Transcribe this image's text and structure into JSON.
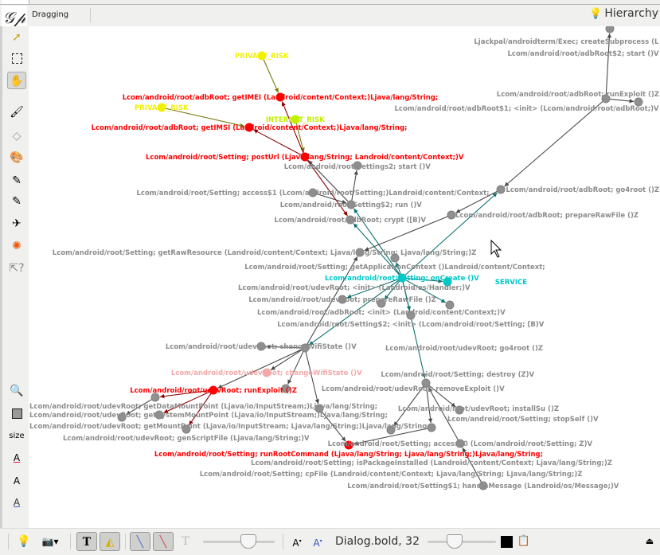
{
  "topbar": {
    "mode": "Dragging",
    "layout_label": "Hierarchy"
  },
  "left_toolbar": {
    "size_label": "size"
  },
  "bottom_toolbar": {
    "font": "Dialog.bold, 32",
    "text_color": "#000000"
  },
  "colors": {
    "red": "#ff0000",
    "gray": "#8c8c8c",
    "cyan": "#00c8c8",
    "yellow": "#f0f000",
    "lime": "#c0f000",
    "pink": "#f4a8a8",
    "edge_gray": "#4a4a4a",
    "edge_teal": "#107070",
    "edge_red": "#8b0000",
    "edge_olive": "#7a7a10"
  },
  "graph": {
    "nodes": [
      {
        "label": "PRIVACY_RISK",
        "color": "yellow"
      },
      {
        "label": "PRIVACY_RISK",
        "color": "yellow"
      },
      {
        "label": "INTERNET_RISK",
        "color": "lime"
      },
      {
        "label": "Lcom/android/root/adbRoot; getIMEI (Landroid/content/Context;)Ljava/lang/String;",
        "color": "red"
      },
      {
        "label": "Lcom/android/root/adbRoot; getIMSI (Landroid/content/Context;)Ljava/lang/String;",
        "color": "red"
      },
      {
        "label": "Lcom/android/root/Setting; postUrl (Ljava/lang/String; Landroid/content/Context;)V",
        "color": "red"
      },
      {
        "label": "Lcom/android/root/Settings2; start ()V",
        "color": "gray"
      },
      {
        "label": "Lcom/android/root/Setting; access$1 (Lcom/android/root/Setting;)Landroid/content/Context;",
        "color": "gray"
      },
      {
        "label": "Lcom/android/root/Setting$2; run ()V",
        "color": "gray"
      },
      {
        "label": "Lcom/android/root/adbRoot; crypt ([B)V",
        "color": "gray"
      },
      {
        "label": "Lcom/android/root/adbRoot; go4root ()Z",
        "color": "gray"
      },
      {
        "label": "Lcom/android/root/adbRoot; prepareRawFile ()Z",
        "color": "gray"
      },
      {
        "label": "Lcom/android/root/Setting; getRawResource (Landroid/content/Context; Ljava/lang/String; Ljava/lang/String;)Z",
        "color": "gray"
      },
      {
        "label": "Lcom/android/root/Setting; getApplicationContext ()Landroid/content/Context;",
        "color": "gray"
      },
      {
        "label": "Lcom/android/root/Setting; onCreate ()V",
        "color": "cyan"
      },
      {
        "label": "SERVICE",
        "color": "cyan"
      },
      {
        "label": "Lcom/android/root/udevRoot; prepareRawFile ()Z",
        "color": "gray"
      },
      {
        "label": "Lcom/android/root/adbRoot; <init> (Landroid/content/Context;)V",
        "color": "gray"
      },
      {
        "label": "Lcom/android/root/udevRoot; <init> (Landroid/os/Handler;)V",
        "color": "gray"
      },
      {
        "label": "Lcom/android/root/Setting$2; <init> (Lcom/android/root/Setting; [B)V",
        "color": "gray"
      },
      {
        "label": "Lcom/android/root/adbRoot$1; <init> (Lcom/android/root/adbRoot;)V",
        "color": "gray"
      },
      {
        "label": "Lcom/android/root/adbRoot; runExploit ()Z",
        "color": "gray"
      },
      {
        "label": "Ljackpal/androidterm/Exec; createSubprocess (L",
        "color": "gray"
      },
      {
        "label": "Lcom/android/root/udevRoot; changeWifiState ()V",
        "color": "gray"
      },
      {
        "label": "Lcom/android/root/udevRoot; go4root ()Z",
        "color": "gray"
      },
      {
        "label": "Lcom/android/root/udevRoot; changeWifiState ()V",
        "color": "pink"
      },
      {
        "label": "Lcom/android/root/udevRoot; runExploit ()Z",
        "color": "red"
      },
      {
        "label": "Lcom/android/root/udevRoot; removeExploit ()V",
        "color": "gray"
      },
      {
        "label": "Lcom/android/root/udevRoot; getDataMountPoint (Ljava/io/InputStream;)Ljava/lang/String;",
        "color": "gray"
      },
      {
        "label": "Lcom/android/root/udevRoot; getSystemMountPoint (Ljava/io/InputStream;)Ljava/lang/String;",
        "color": "gray"
      },
      {
        "label": "Lcom/android/root/udevRoot; getMountPoint (Ljava/io/InputStream; Ljava/lang/String;)Ljava/lang/String;",
        "color": "gray"
      },
      {
        "label": "Lcom/android/root/udevRoot; genScriptFile (Ljava/lang/String;)V",
        "color": "gray"
      },
      {
        "label": "Lcom/android/root/udevRoot; installSu ()Z",
        "color": "gray"
      },
      {
        "label": "Lcom/android/root/Setting; runRootCommand (Ljava/lang/String; Ljava/lang/String;)Ljava/lang/String;",
        "color": "red"
      },
      {
        "label": "Lcom/android/root/Setting; destroy (Z)V",
        "color": "gray"
      },
      {
        "label": "Lcom/android/root/Setting; stopSelf ()V",
        "color": "gray"
      },
      {
        "label": "Lcom/android/root/Setting; isPackageInstalled (Landroid/content/Context; Ljava/lang/String;)Z",
        "color": "gray"
      },
      {
        "label": "Lcom/android/root/Setting; cpFile (Landroid/content/Context; Ljava/lang/String; Ljava/lang/String;)Z",
        "color": "gray"
      },
      {
        "label": "Lcom/android/root/Setting; access$0 (Lcom/android/root/Setting; Z)V",
        "color": "gray"
      },
      {
        "label": "Lcom/android/root/Setting$1; handleMessage (Landroid/os/Message;)V",
        "color": "gray"
      },
      {
        "label": "Lcom/android/root/adbRoot$2; start ()V",
        "color": "gray"
      }
    ]
  }
}
